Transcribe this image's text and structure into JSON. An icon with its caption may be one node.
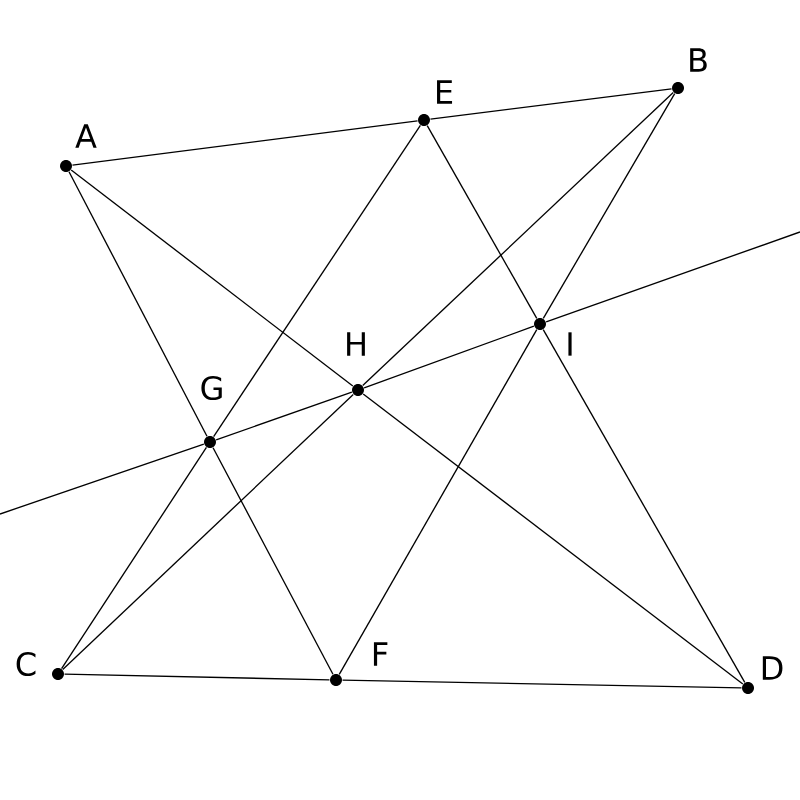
{
  "diagram": {
    "nodes": [
      {
        "text": [
          "A"
        ]
      },
      {
        "text": [
          "E"
        ]
      },
      {
        "text": [
          "B"
        ]
      },
      {
        "text": [
          "H"
        ]
      },
      {
        "text": [
          "I"
        ]
      },
      {
        "text": [
          "G"
        ]
      },
      {
        "text": [
          "C"
        ]
      },
      {
        "text": [
          "F"
        ]
      },
      {
        "text": [
          "D"
        ]
      }
    ],
    "edges": [
      {
        "from": 0,
        "to": 1,
        "arrow": "none"
      },
      {
        "from": 1,
        "to": 2,
        "arrow": "none"
      },
      {
        "from": 6,
        "to": 7,
        "arrow": "none"
      },
      {
        "from": 7,
        "to": 8,
        "arrow": "none"
      },
      {
        "from": 0,
        "to": 5,
        "arrow": "none"
      },
      {
        "from": 5,
        "to": 7,
        "arrow": "none"
      },
      {
        "from": 0,
        "to": 3,
        "arrow": "none"
      },
      {
        "from": 3,
        "to": 8,
        "arrow": "none"
      },
      {
        "from": 1,
        "to": 5,
        "arrow": "none"
      },
      {
        "from": 5,
        "to": 6,
        "arrow": "none"
      },
      {
        "from": 1,
        "to": 4,
        "arrow": "none"
      },
      {
        "from": 4,
        "to": 8,
        "arrow": "none"
      },
      {
        "from": 2,
        "to": 3,
        "arrow": "none"
      },
      {
        "from": 3,
        "to": 6,
        "arrow": "none"
      },
      {
        "from": 2,
        "to": 4,
        "arrow": "none"
      },
      {
        "from": 4,
        "to": 7,
        "arrow": "none"
      },
      {
        "from": null,
        "to": 5,
        "arrow": "none"
      },
      {
        "from": 5,
        "to": 3,
        "arrow": "none"
      },
      {
        "from": 3,
        "to": 4,
        "arrow": "none"
      },
      {
        "from": 4,
        "to": null,
        "arrow": "none"
      }
    ]
  }
}
